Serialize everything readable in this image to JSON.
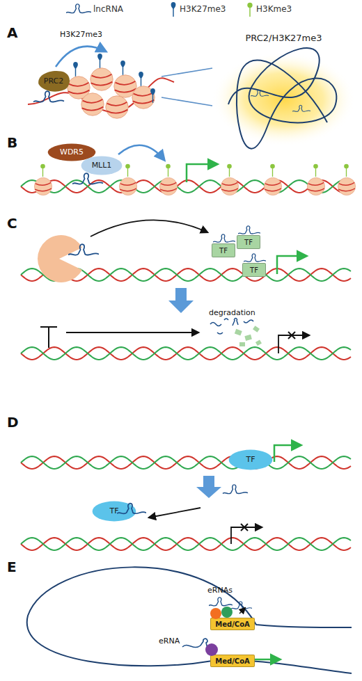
{
  "diagram": {
    "nodes": [
      {
        "text": [
          "PRC2"
        ]
      },
      {
        "text": [
          "PRC2/H3K27me3"
        ]
      },
      {
        "text": [
          "WDR5"
        ]
      },
      {
        "text": [
          "MLL1"
        ]
      },
      {
        "text": [
          "TF"
        ]
      },
      {
        "text": [
          "TF"
        ]
      },
      {
        "text": [
          "TF"
        ]
      },
      {
        "text": [
          "TF"
        ]
      },
      {
        "text": [
          "TF"
        ]
      },
      {
        "text": [
          "Med/CoA"
        ]
      },
      {
        "text": [
          "Med/CoA"
        ]
      }
    ],
    "labels": [
      "A",
      "H3K27me3",
      "B",
      "C",
      "degradation",
      "D",
      "E",
      "eRNAs",
      "eRNA"
    ],
    "legend": [
      {
        "text": "lncRNA"
      },
      {
        "text": "H3K27me3"
      },
      {
        "text": "H3Kme3"
      }
    ]
  }
}
